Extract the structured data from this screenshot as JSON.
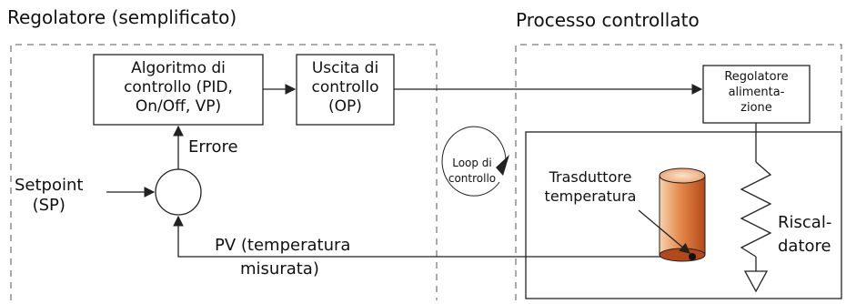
{
  "titles": {
    "left_section": "Regolatore (semplificato)",
    "right_section": "Processo controllato"
  },
  "blocks": {
    "algorithm": [
      "Algoritmo di",
      "controllo (PID,",
      "On/Off, VP)"
    ],
    "output": [
      "Uscita di",
      "controllo",
      "(OP)"
    ],
    "power_regulator": [
      "Regolatore",
      "alimenta-",
      "zione"
    ]
  },
  "labels": {
    "error": "Errore",
    "setpoint": [
      "Setpoint",
      "(SP)"
    ],
    "pv": [
      "PV (temperatura",
      "misurata)"
    ],
    "loop": [
      "Loop di",
      "controllo"
    ],
    "transducer": [
      "Trasduttore",
      "temperatura"
    ],
    "heater": [
      "Riscal-",
      "datore"
    ]
  },
  "colors": {
    "line": "#222222",
    "dashed": "#555555",
    "transducer_light": "#f3c9a4",
    "transducer_dark": "#c0521c"
  }
}
